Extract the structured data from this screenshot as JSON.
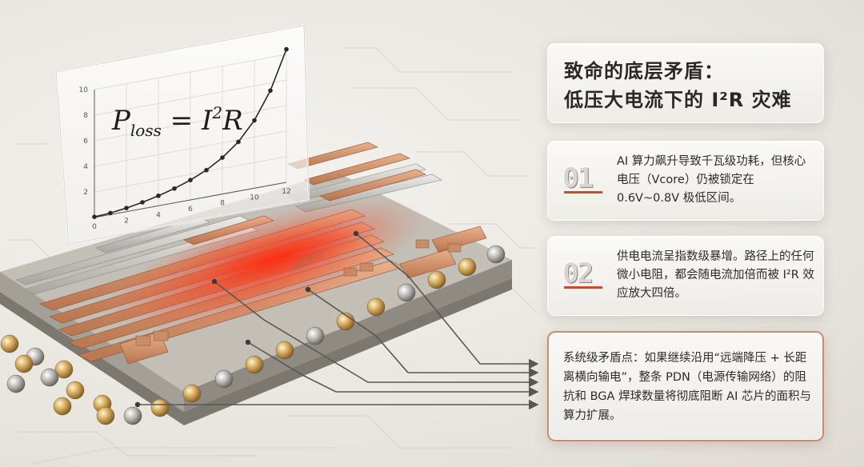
{
  "formula": {
    "base": "P",
    "sub": "loss",
    "eq": " = I",
    "sup": "2",
    "tail": "R"
  },
  "plot": {
    "x_ticks": [
      "0",
      "2",
      "4",
      "6",
      "8",
      "10",
      "12"
    ],
    "y_ticks": [
      "2",
      "4",
      "6",
      "8",
      "10"
    ],
    "x_values": [
      0,
      1,
      2,
      3,
      4,
      5,
      6,
      7,
      8,
      9,
      10,
      11,
      12
    ],
    "y_values": [
      0.05,
      0.12,
      0.28,
      0.5,
      0.78,
      1.12,
      1.55,
      2.1,
      2.85,
      3.85,
      5.3,
      7.4,
      10.4
    ]
  },
  "title": {
    "line1": "致命的底层矛盾：",
    "line2": "低压大电流下的 I²R 灾难"
  },
  "points": [
    {
      "num": "01",
      "text": "AI 算力飙升导致千瓦级功耗，但核心电压（Vcore）仍被锁定在 0.6V~0.8V 极低区间。"
    },
    {
      "num": "02",
      "text": "供电电流呈指数级暴增。路径上的任何微小电阻，都会随电流加倍而被 I²R 效应放大四倍。"
    }
  ],
  "conflict": {
    "text": "系统级矛盾点：如果继续沿用“远端降压 + 长距离横向输电”，整条 PDN（电源传输网络）的阻抗和 BGA 焊球数量将彻底阻断 AI 芯片的面积与算力扩展。"
  },
  "watermark": "内部学习",
  "colors": {
    "accent": "#c74c2c",
    "copper": "#c98d6c",
    "hotspot": "#e8301e",
    "panel_border": "#c98d6c"
  }
}
